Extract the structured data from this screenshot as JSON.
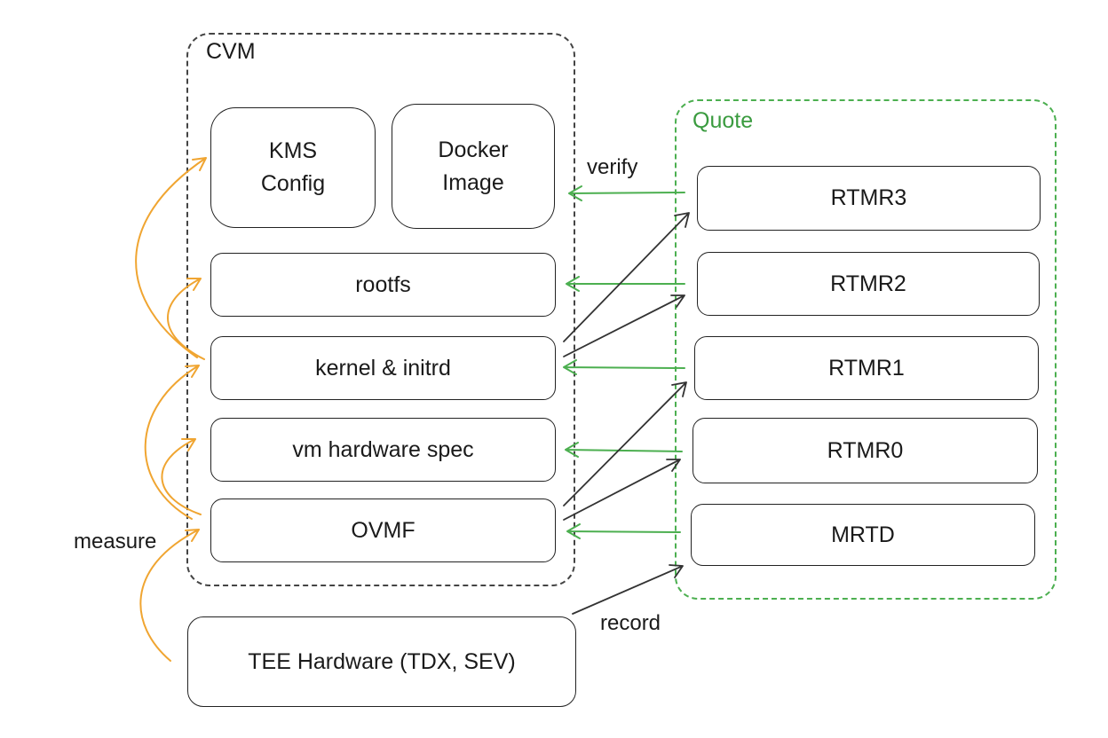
{
  "diagram": {
    "cvm": {
      "title": "CVM",
      "components": {
        "kms_config": "KMS\nConfig",
        "docker_image": "Docker\nImage",
        "rootfs": "rootfs",
        "kernel_initrd": "kernel & initrd",
        "vm_hardware_spec": "vm hardware spec",
        "ovmf": "OVMF"
      }
    },
    "tee_hardware": "TEE Hardware (TDX, SEV)",
    "quote": {
      "title": "Quote",
      "registers": {
        "rtmr3": "RTMR3",
        "rtmr2": "RTMR2",
        "rtmr1": "RTMR1",
        "rtmr0": "RTMR0",
        "mrtd": "MRTD"
      }
    },
    "edge_labels": {
      "verify": "verify",
      "measure": "measure",
      "record": "record"
    },
    "colors": {
      "measure_arrows": "#f0a531",
      "verify_arrows": "#4caf50",
      "record_arrows": "#333333",
      "quote_frame": "#4caf50",
      "cvm_frame": "#444444"
    }
  }
}
